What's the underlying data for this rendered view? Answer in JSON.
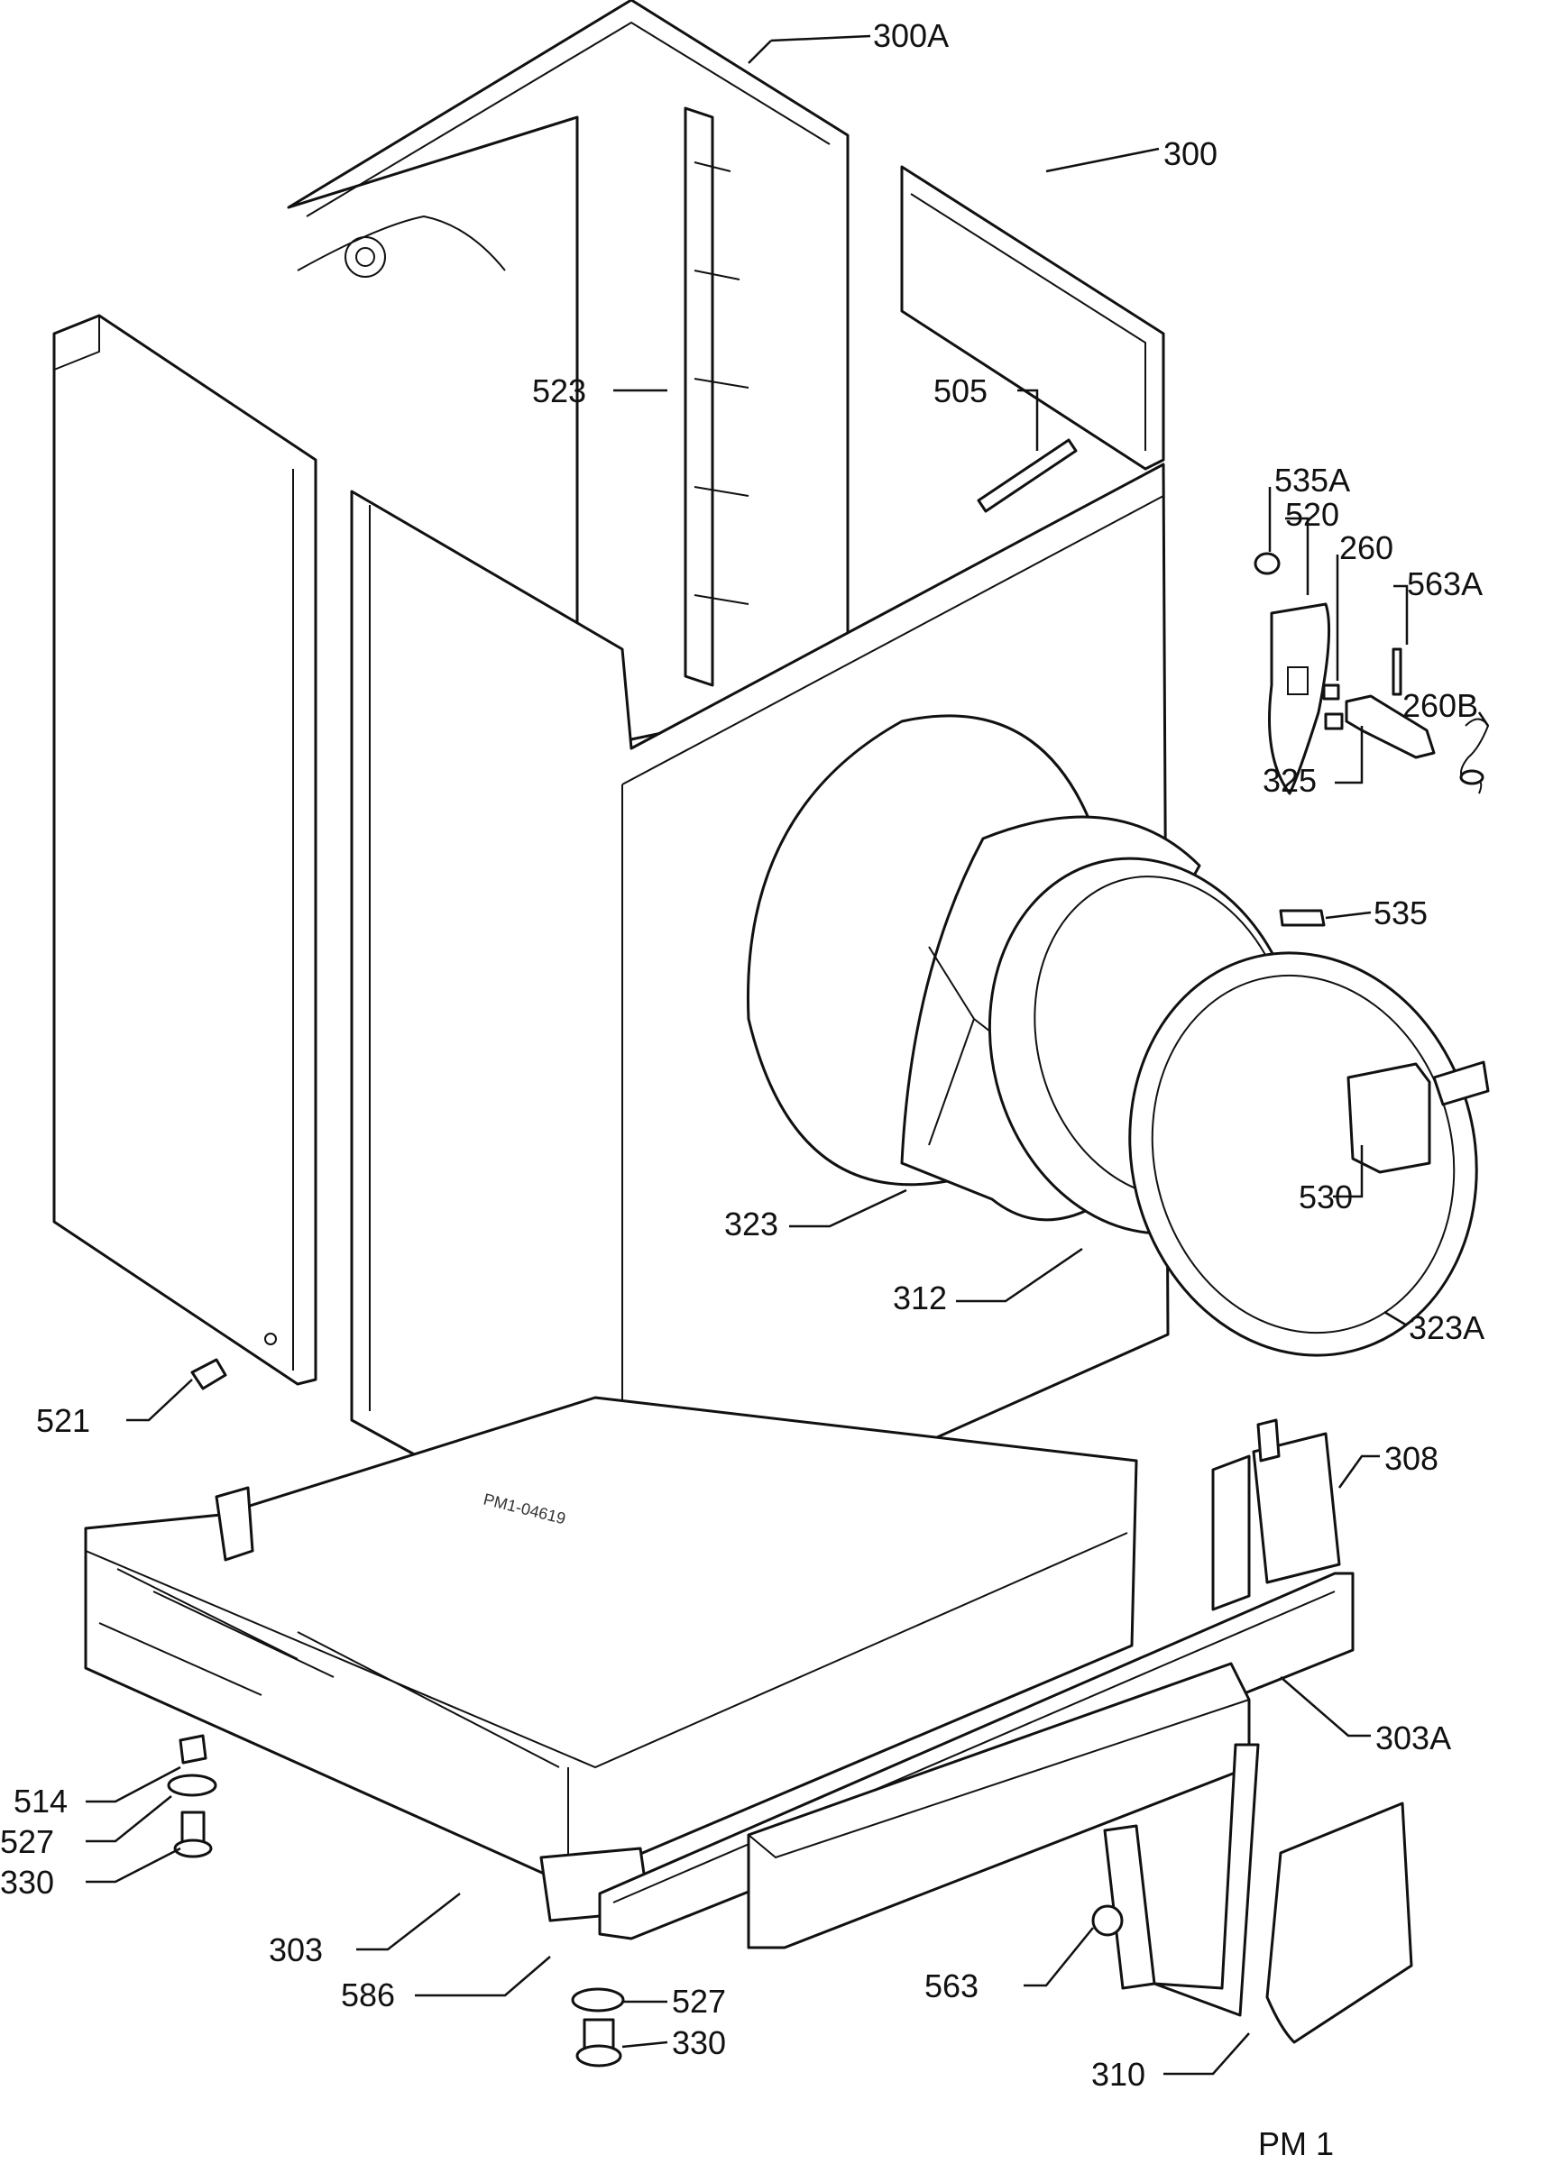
{
  "colors": {
    "line": "#111111",
    "background": "#ffffff"
  },
  "labels": [
    {
      "key": "p300A",
      "text": "300A"
    },
    {
      "key": "p300",
      "text": "300"
    },
    {
      "key": "p523",
      "text": "523"
    },
    {
      "key": "p505",
      "text": "505"
    },
    {
      "key": "p535A",
      "text": "535A"
    },
    {
      "key": "p520",
      "text": "520"
    },
    {
      "key": "p260",
      "text": "260"
    },
    {
      "key": "p563A",
      "text": "563A"
    },
    {
      "key": "p260B",
      "text": "260B"
    },
    {
      "key": "p325",
      "text": "325"
    },
    {
      "key": "p535",
      "text": "535"
    },
    {
      "key": "p530",
      "text": "530"
    },
    {
      "key": "p323",
      "text": "323"
    },
    {
      "key": "p312",
      "text": "312"
    },
    {
      "key": "p323A",
      "text": "323A"
    },
    {
      "key": "p521",
      "text": "521"
    },
    {
      "key": "p308",
      "text": "308"
    },
    {
      "key": "p303A",
      "text": "303A"
    },
    {
      "key": "p514",
      "text": "514"
    },
    {
      "key": "p527a",
      "text": "527"
    },
    {
      "key": "p330a",
      "text": "330"
    },
    {
      "key": "p303",
      "text": "303"
    },
    {
      "key": "p586",
      "text": "586"
    },
    {
      "key": "p527b",
      "text": "527"
    },
    {
      "key": "p330b",
      "text": "330"
    },
    {
      "key": "p563",
      "text": "563"
    },
    {
      "key": "p310",
      "text": "310"
    }
  ],
  "drawing_code": "PM1-04619",
  "page_code": "PM 1"
}
